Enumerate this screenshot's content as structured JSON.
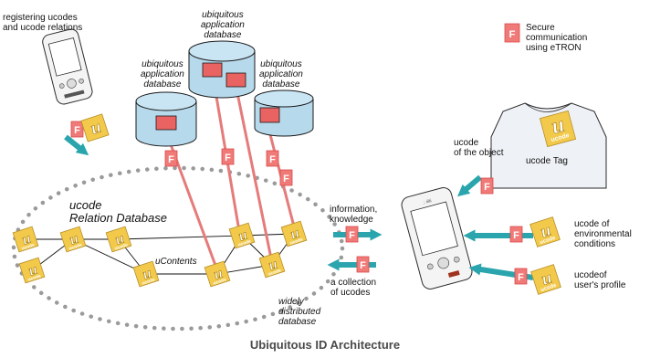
{
  "labels": {
    "registering_line1": "registering ucodes",
    "registering_line2": "and ucode relations",
    "ubiq_db_word1": "ubiquitous",
    "ubiq_db_word2": "application",
    "ubiq_db_word3": "database",
    "secure_line1": "Secure",
    "secure_line2": "communication",
    "secure_line3": "using eTRON",
    "object_line1": "ucode",
    "object_line2": "of the object",
    "ucode_tag": "ucode Tag",
    "relation_db_line1": "ucode",
    "relation_db_line2": "Relation Database",
    "ucontents": "uContents",
    "info_line1": "information,",
    "info_line2": "knowledge",
    "collection_line1": "a collection",
    "collection_line2": "of ucodes",
    "env_line1": "ucode of",
    "env_line2": "environmental",
    "env_line3": "conditions",
    "profile_line1": "ucodeof",
    "profile_line2": "user's profile",
    "distributed_line1": "widely",
    "distributed_line2": "distributed",
    "distributed_line3": "database",
    "title": "Ubiquitous ID Architecture"
  },
  "icons": {
    "secure_tag": "F",
    "ucode_glyph": "u",
    "ucode_word": "ucode"
  },
  "colors": {
    "security_tag": "#f07a78",
    "ucode_tag": "#f2c94a",
    "database": "#b7d9ec",
    "arrow_teal": "#2ba5ad",
    "arrow_red": "#e57b7a"
  }
}
